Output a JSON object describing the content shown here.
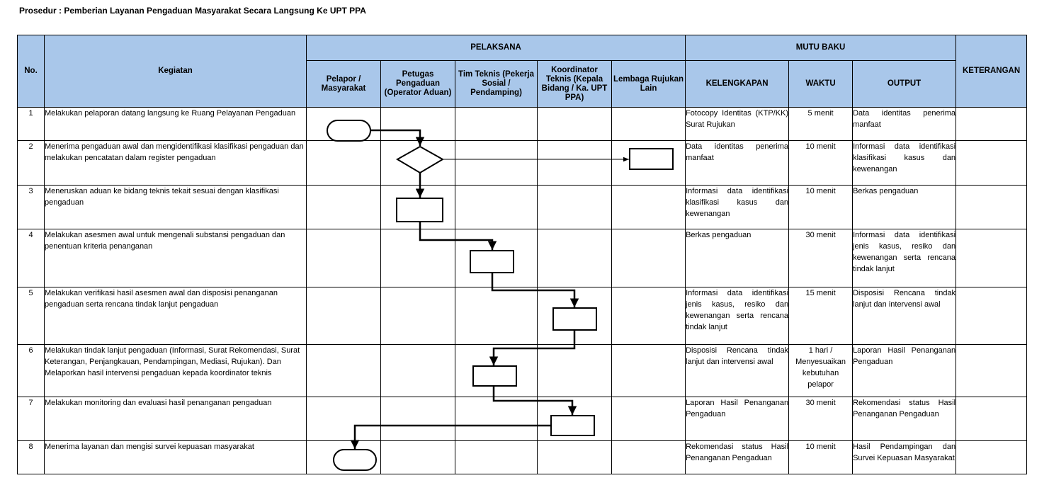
{
  "title": "Prosedur  : Pemberian Layanan Pengaduan Masyarakat Secara Langsung Ke UPT PPA",
  "headers": {
    "no": "No.",
    "kegiatan": "Kegiatan",
    "pelaksana": "PELAKSANA",
    "mutu_baku": "MUTU BAKU",
    "keterangan": "KETERANGAN",
    "pelapor": "Pelapor / Masyarakat",
    "petugas": "Petugas Pengaduan (Operator Aduan)",
    "tim_teknis": "Tim Teknis (Pekerja Sosial / Pendamping)",
    "koordinator": "Koordinator Teknis (Kepala Bidang / Ka. UPT PPA)",
    "lembaga": "Lembaga Rujukan Lain",
    "kelengkapan": "KELENGKAPAN",
    "waktu": "WAKTU",
    "output": "OUTPUT"
  },
  "rows": [
    {
      "no": "1",
      "kegiatan": "Melakukan pelaporan datang langsung ke Ruang Pelayanan Pengaduan",
      "kelengkapan": "Fotocopy Identitas (KTP/KK) Surat Rujukan",
      "waktu": "5 menit",
      "output": "Data identitas penerima manfaat",
      "keterangan": ""
    },
    {
      "no": "2",
      "kegiatan": "Menerima pengaduan awal dan mengidentifikasi klasifikasi pengaduan dan melakukan pencatatan dalam register pengaduan",
      "kelengkapan": "Data identitas penerima manfaat",
      "waktu": "10 menit",
      "output": "Informasi data identifikasi klasifikasi kasus dan kewenangan",
      "keterangan": ""
    },
    {
      "no": "3",
      "kegiatan": "Meneruskan aduan ke bidang teknis tekait sesuai dengan klasifikasi pengaduan",
      "kelengkapan": "Informasi data identifikasi klasifikasi kasus dan kewenangan",
      "waktu": "10 menit",
      "output": "Berkas pengaduan",
      "keterangan": ""
    },
    {
      "no": "4",
      "kegiatan": "Melakukan asesmen awal untuk mengenali substansi pengaduan dan penentuan kriteria penanganan",
      "kelengkapan": "Berkas pengaduan",
      "waktu": "30 menit",
      "output": "Informasi data identifikasi jenis kasus, resiko dan kewenangan serta rencana tindak lanjut",
      "keterangan": ""
    },
    {
      "no": "5",
      "kegiatan": "Melakukan verifikasi hasil asesmen awal dan disposisi penanganan pengaduan serta rencana tindak lanjut  pengaduan",
      "kelengkapan": "Informasi data identifikasi jenis kasus, resiko dan kewenangan serta rencana tindak lanjut",
      "waktu": "15 menit",
      "output": "Disposisi Rencana tindak lanjut dan intervensi awal",
      "keterangan": ""
    },
    {
      "no": "6",
      "kegiatan": "Melakukan  tindak lanjut  pengaduan (Informasi, Surat Rekomendasi, Surat Keterangan, Penjangkauan, Pendampingan, Mediasi, Rujukan). Dan Melaporkan hasil intervensi pengaduan kepada koordinator teknis",
      "kelengkapan": "Disposisi Rencana tindak lanjut dan intervensi awal",
      "waktu": "1 hari / Menyesuaikan kebutuhan pelapor",
      "output": "Laporan Hasil Penanganan Pengaduan",
      "keterangan": ""
    },
    {
      "no": "7",
      "kegiatan": "Melakukan monitoring dan evaluasi hasil penanganan pengaduan",
      "kelengkapan": "Laporan Hasil Penanganan Pengaduan",
      "waktu": "30 menit",
      "output": "Rekomendasi status Hasil Penanganan Pengaduan",
      "keterangan": ""
    },
    {
      "no": "8",
      "kegiatan": "Menerima layanan dan mengisi survei kepuasan masyarakat",
      "kelengkapan": "Rekomendasi status Hasil Penanganan Pengaduan",
      "waktu": "10 menit",
      "output": "Hasil Pendampingan dan Survei Kepuasan Masyarakat",
      "keterangan": ""
    }
  ]
}
